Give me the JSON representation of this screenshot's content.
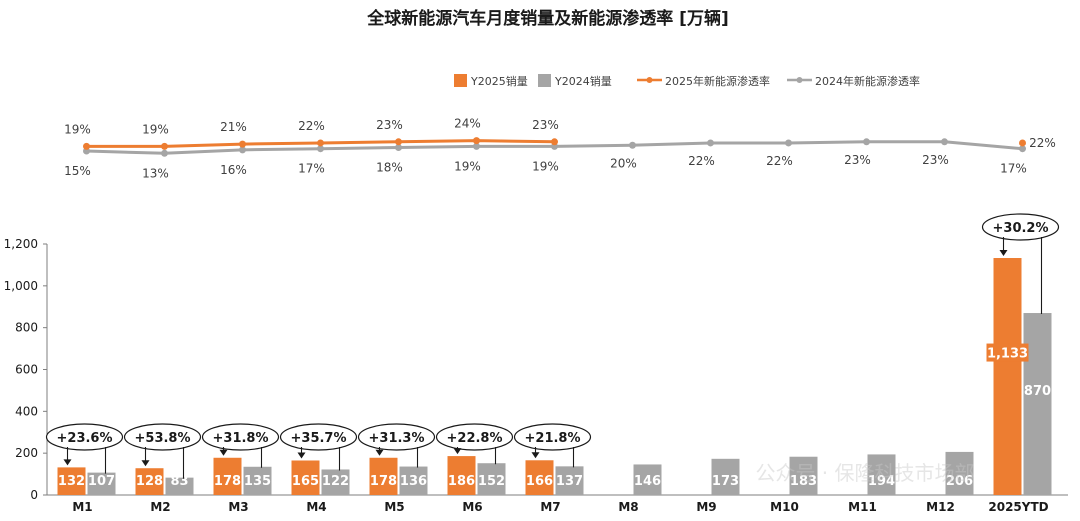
{
  "chart_data": {
    "type": "bar",
    "title": "全球新能源汽车月度销量及新能源渗透率 [万辆]",
    "categories": [
      "M1",
      "M2",
      "M3",
      "M4",
      "M5",
      "M6",
      "M7",
      "M8",
      "M9",
      "M10",
      "M11",
      "M12",
      "2025YTD"
    ],
    "series": [
      {
        "name": "Y2025销量",
        "type": "bar",
        "color": "#ED7D31",
        "values": [
          132,
          128,
          178,
          165,
          178,
          186,
          166,
          null,
          null,
          null,
          null,
          null,
          1133
        ],
        "labels": [
          "132",
          "128",
          "178",
          "165",
          "178",
          "186",
          "166",
          "",
          "",
          "",
          "",
          "",
          "1,133"
        ]
      },
      {
        "name": "Y2024销量",
        "type": "bar",
        "color": "#A5A5A5",
        "values": [
          107,
          83,
          135,
          122,
          136,
          152,
          137,
          146,
          173,
          183,
          194,
          206,
          870
        ],
        "labels": [
          "107",
          "83",
          "135",
          "122",
          "136",
          "152",
          "137",
          "146",
          "173",
          "183",
          "194",
          "206",
          "870"
        ]
      }
    ],
    "penetration": [
      {
        "name": "2025年新能源渗透率",
        "color": "#ED7D31",
        "values": [
          19,
          19,
          21,
          22,
          23,
          24,
          23,
          null,
          null,
          null,
          null,
          null,
          22
        ],
        "labels": [
          "19%",
          "19%",
          "21%",
          "22%",
          "23%",
          "24%",
          "23%",
          "",
          "",
          "",
          "",
          "",
          "22%"
        ]
      },
      {
        "name": "2024年新能源渗透率",
        "color": "#A5A5A5",
        "values": [
          15,
          13,
          16,
          17,
          18,
          19,
          19,
          20,
          22,
          22,
          23,
          23,
          17
        ],
        "labels": [
          "15%",
          "13%",
          "16%",
          "17%",
          "18%",
          "19%",
          "19%",
          "20%",
          "22%",
          "22%",
          "23%",
          "23%",
          "17%"
        ]
      }
    ],
    "growth": [
      "+23.6%",
      "+53.8%",
      "+31.8%",
      "+35.7%",
      "+31.3%",
      "+22.8%",
      "+21.8%",
      "",
      "",
      "",
      "",
      "",
      "+30.2%"
    ],
    "y_ticks": [
      "0",
      "200",
      "400",
      "600",
      "800",
      "1,000",
      "1,200"
    ],
    "ylim": [
      0,
      1200
    ],
    "legend_position": "top-center",
    "grid": false
  },
  "watermark": "公众号 · 保隆科技市场部"
}
